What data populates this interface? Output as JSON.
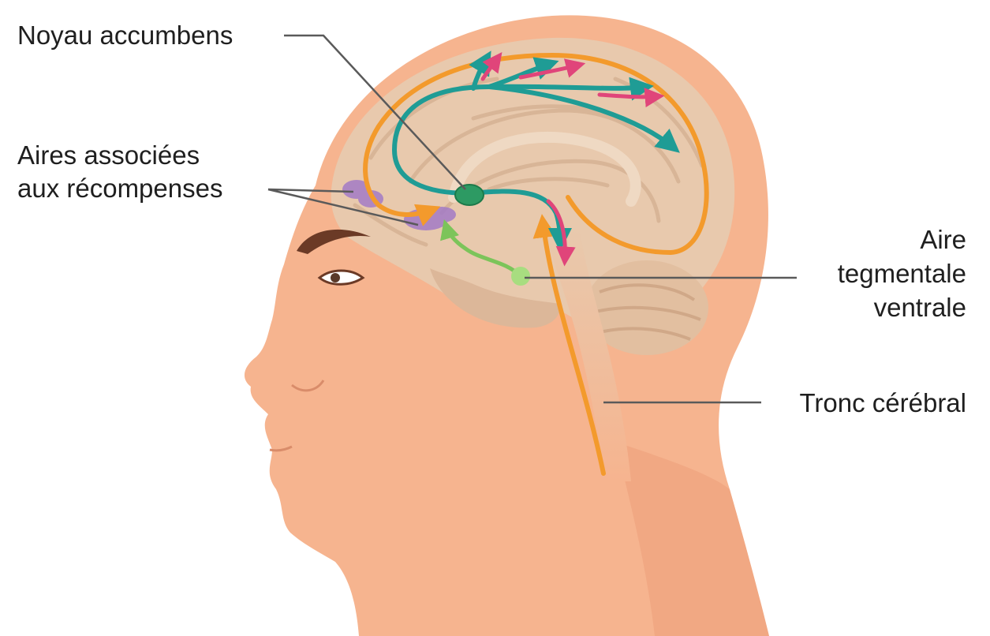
{
  "labels": {
    "nucleus_accumbens": "Noyau accumbens",
    "reward_areas_line1": "Aires associées",
    "reward_areas_line2": "aux récompenses",
    "vta_line1": "Aire",
    "vta_line2": "tegmentale",
    "vta_line3": "ventrale",
    "brainstem": "Tronc cérébral"
  },
  "colors": {
    "skin": "#f6b48f",
    "skin_shadow": "#ec9f7a",
    "brain": "#e8c9ad",
    "brain_fold": "#d8b597",
    "pathway_orange": "#f39a2c",
    "pathway_teal": "#1f9c95",
    "pathway_pink": "#e0457a",
    "pathway_green": "#7cc45a",
    "reward_purple": "#a37bc6",
    "nucleus_green": "#2d9a63",
    "leader_line": "#5a5a5a"
  }
}
